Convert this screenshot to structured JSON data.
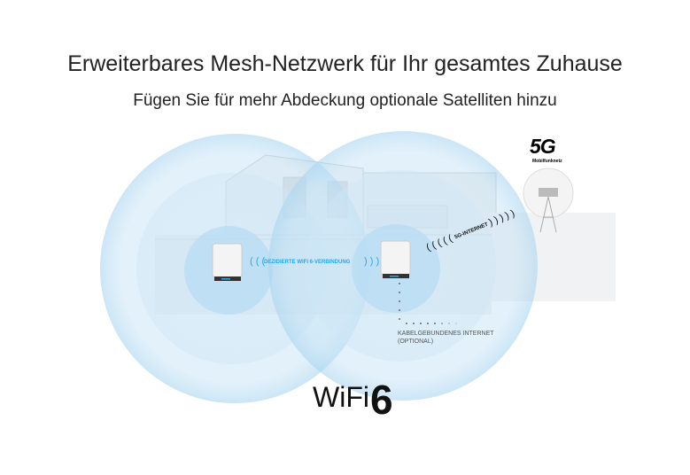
{
  "header": {
    "title": "Erweiterbares Mesh-Netzwerk für Ihr gesamtes Zuhause",
    "subtitle": "Fügen Sie für mehr Abdeckung optionale Satelliten hinzu"
  },
  "diagram": {
    "mesh_link_label": "DEZIDIERTE WIFI 6-VERBINDUNG",
    "cellular_link_label": "5G-INTERNET",
    "wired_line1": "KABELGEBUNDENES INTERNET",
    "wired_line2": "(OPTIONAL)",
    "cell_badge": "5G",
    "cell_badge_sub": "Mobilfunknetz",
    "coverage_color": "#7fc3ea",
    "link_color": "#29a8e6"
  },
  "footer": {
    "wifi_text": "WiFi",
    "wifi_number": "6"
  }
}
